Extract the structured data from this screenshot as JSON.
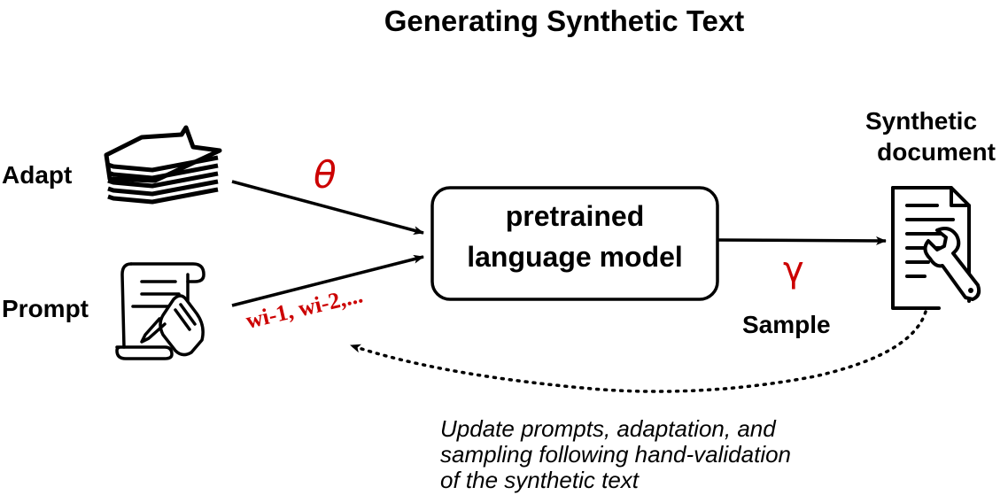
{
  "title": "Generating Synthetic Text",
  "colors": {
    "accent_red": "#cc0000",
    "ink": "#000000"
  },
  "inputs": {
    "adapt_label": "Adapt",
    "prompt_label": "Prompt",
    "adapt_icon": "document-stack-icon",
    "prompt_icon": "scroll-with-hand-writing-icon"
  },
  "model": {
    "line1": "pretrained",
    "line2": "language model"
  },
  "params": {
    "theta": "θ",
    "gamma": "γ",
    "context_tokens": "wi-1, wi-2,..."
  },
  "output": {
    "title_line1": "Synthetic",
    "title_line2": "document",
    "sample_label": "Sample",
    "icon": "document-with-wrench-icon"
  },
  "feedback": {
    "line1": "Update prompts, adaptation, and",
    "line2": "sampling following hand-validation",
    "line3": "of the synthetic text"
  }
}
